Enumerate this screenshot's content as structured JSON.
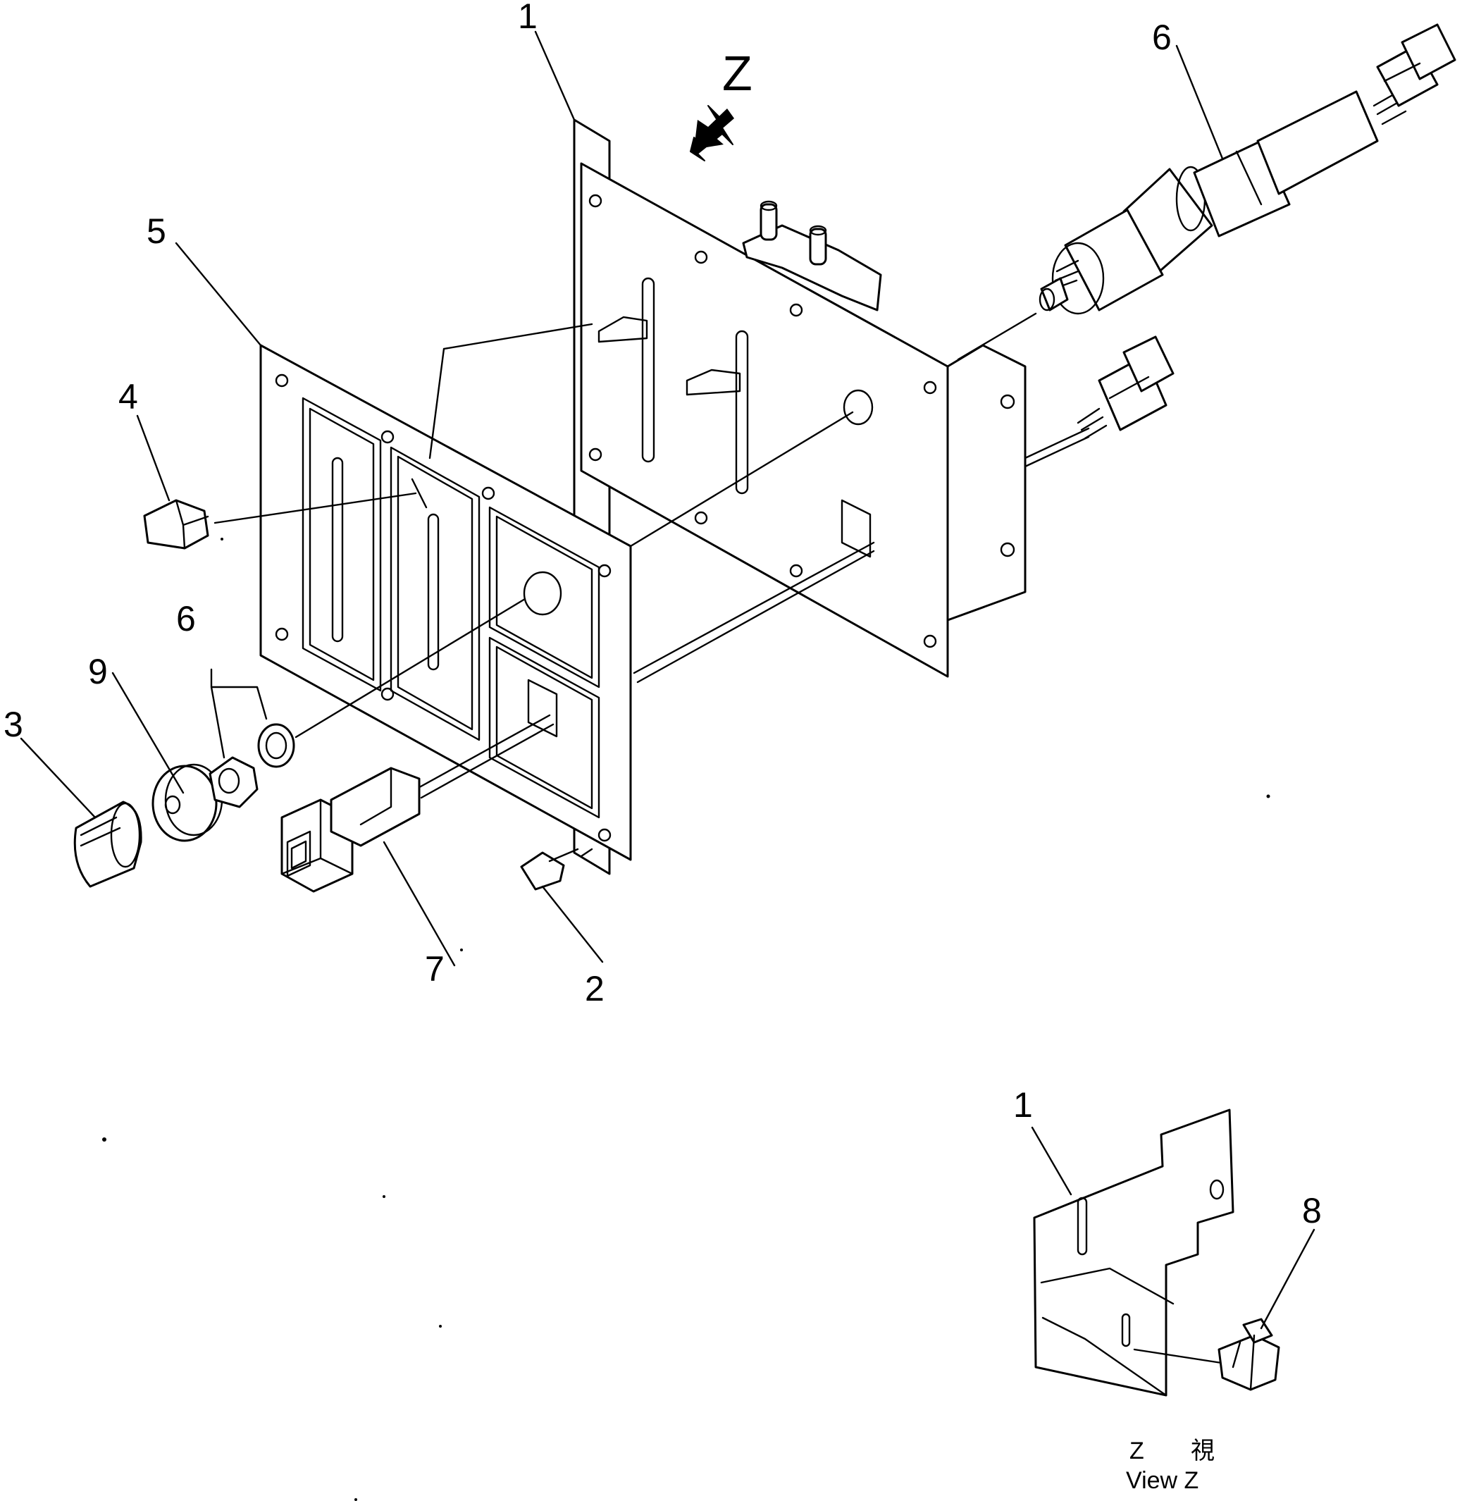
{
  "callouts": {
    "c1_main": "1",
    "c2": "2",
    "c3": "3",
    "c4": "4",
    "c5": "5",
    "c6_top": "6",
    "c6_mid": "6",
    "c7": "7",
    "c9": "9",
    "c1_view": "1",
    "c8": "8"
  },
  "view_marker": "Z",
  "caption": {
    "line1_letter": "Z",
    "line1_kanji": "視",
    "line2": "View Z"
  }
}
